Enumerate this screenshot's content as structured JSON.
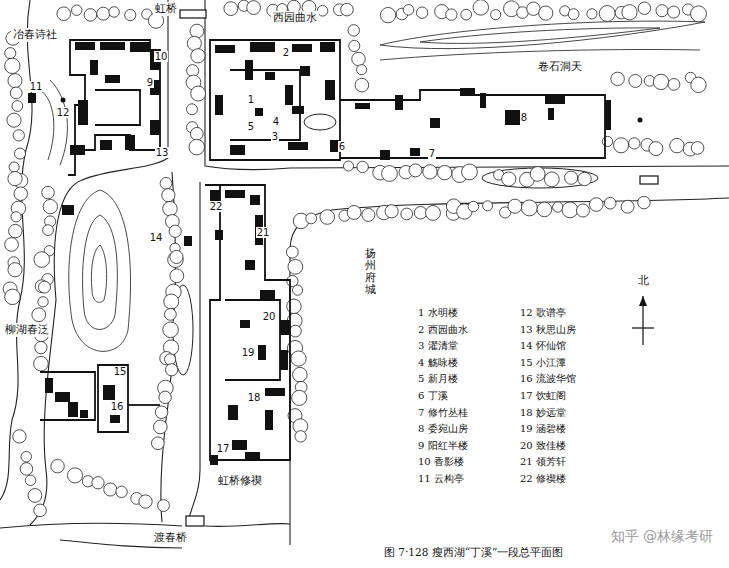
{
  "diagram": {
    "caption": "图 7·128 瘦西湖“丁溪”一段总平面图",
    "labels": [
      "冶春诗社",
      "虹桥",
      "西园曲水",
      "卷石洞天",
      "扬州府城",
      "柳湖春泛",
      "虹桥修禊",
      "渡春桥",
      "北",
      "1",
      "2",
      "3",
      "4",
      "5",
      "6",
      "7",
      "8",
      "9",
      "10",
      "11",
      "12",
      "13",
      "14",
      "15",
      "16",
      "17",
      "18",
      "19",
      "20",
      "21",
      "22",
      "1 水明楼",
      "2 西园曲水",
      "3 濯清堂",
      "4 觞咏楼",
      "5 新月楼",
      "6 丁溪",
      "7 修竹丛桂",
      "8 委宛山房",
      "9 阳红半楼",
      "10 香影楼",
      "11 云构亭",
      "12 歌谱亭",
      "13 秋思山房",
      "14 怀仙馆",
      "15 小江潭",
      "16 流波华馆",
      "17 饮虹阁",
      "18 妙远堂",
      "19 涵碧楼",
      "20 致佳楼",
      "21 领芳轩",
      "22 修禊楼",
      "知乎 @林缘考研"
    ]
  }
}
